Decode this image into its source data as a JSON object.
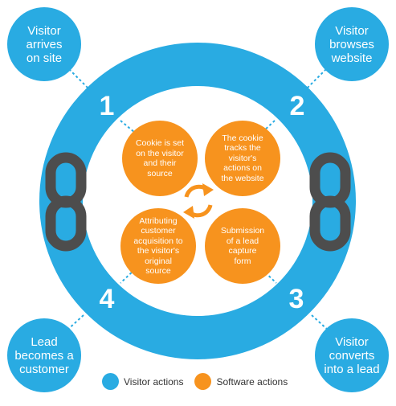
{
  "colors": {
    "visitor": "#29abe2",
    "software": "#f7931e",
    "chain": "#4d4d4d",
    "connector": "#29abe2"
  },
  "steps": [
    {
      "number": "1",
      "label": "Visitor\narrives\non site"
    },
    {
      "number": "2",
      "label": "Visitor\nbrowses\nwebsite"
    },
    {
      "number": "3",
      "label": "Visitor\nconverts\ninto a lead"
    },
    {
      "number": "4",
      "label": "Lead\nbecomes a\ncustomer"
    }
  ],
  "software_steps": [
    {
      "label": "Cookie is set\non the visitor\nand their\nsource"
    },
    {
      "label": "The cookie\ntracks the\nvisitor's\nactions on\nthe website"
    },
    {
      "label": "Submission\nof a lead\ncapture\nform"
    },
    {
      "label": "Attributing\ncustomer\nacquisition to\nthe visitor's\noriginal\nsource"
    }
  ],
  "center_icon": "refresh-cycle-icon",
  "chain_icon": "chain-link-icon",
  "legend": {
    "visitor_label": "Visitor actions",
    "software_label": "Software actions"
  }
}
